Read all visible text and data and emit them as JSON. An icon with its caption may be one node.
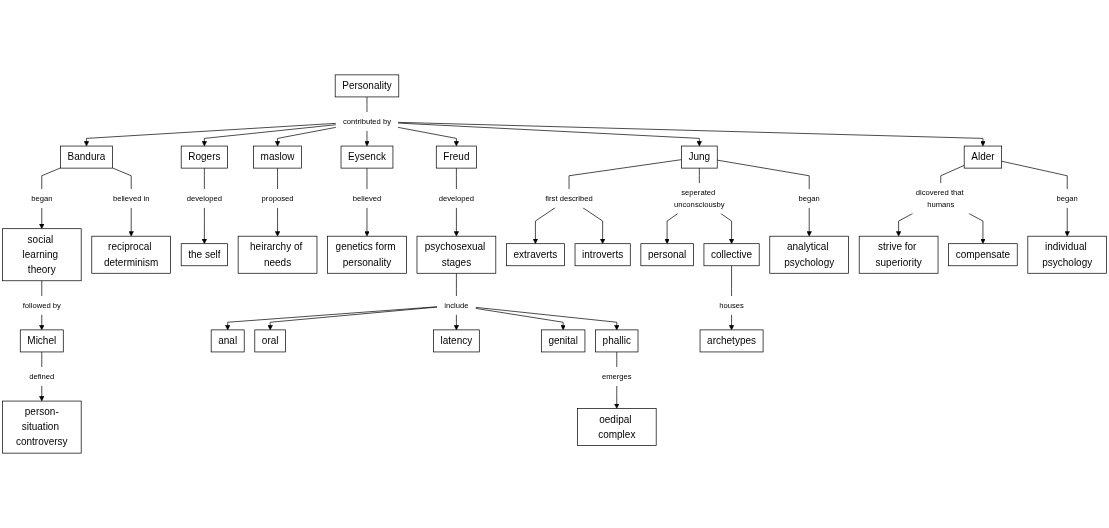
{
  "diagram": {
    "nodes": [
      {
        "text": [
          "social learning theory"
        ]
      },
      {
        "text": [
          "began"
        ]
      },
      {
        "text": [
          "followed by"
        ]
      },
      {
        "text": [
          "Michel"
        ]
      },
      {
        "text": [
          "Bandura"
        ]
      },
      {
        "text": [
          "Personality"
        ]
      },
      {
        "text": [
          "maslow"
        ]
      },
      {
        "text": [
          "proposed"
        ]
      },
      {
        "text": [
          "heirarchy of needs"
        ]
      },
      {
        "text": [
          "reciprocal determinism"
        ]
      },
      {
        "text": [
          "believed in"
        ]
      },
      {
        "text": [
          "defined"
        ]
      },
      {
        "text": [
          "person-situation controversy"
        ]
      },
      {
        "text": [
          "the self"
        ]
      },
      {
        "text": [
          "developed"
        ]
      },
      {
        "text": [
          "Rogers"
        ]
      },
      {
        "text": [
          "contributed by"
        ]
      },
      {
        "text": [
          "Eysenck"
        ]
      },
      {
        "text": [
          "believed"
        ]
      },
      {
        "text": [
          "genetics form personality"
        ]
      },
      {
        "text": [
          "extraverts"
        ]
      },
      {
        "text": [
          "first described"
        ]
      },
      {
        "text": [
          "Freud"
        ]
      },
      {
        "text": [
          "introverts"
        ]
      },
      {
        "text": [
          "Jung"
        ]
      },
      {
        "text": [
          "Alder"
        ]
      },
      {
        "text": [
          "developed"
        ]
      },
      {
        "text": [
          "seperated unconsciousby"
        ]
      },
      {
        "text": [
          "oedipal complex"
        ]
      },
      {
        "text": [
          "psychosexual stages"
        ]
      },
      {
        "text": [
          "personal"
        ]
      },
      {
        "text": [
          "began"
        ]
      },
      {
        "text": [
          "began"
        ]
      },
      {
        "text": [
          "collective"
        ]
      },
      {
        "text": [
          "dicovered that humans"
        ]
      },
      {
        "text": [
          "emerges"
        ]
      },
      {
        "text": [
          "individual psychology"
        ]
      },
      {
        "text": [
          "analytical psychology"
        ]
      },
      {
        "text": [
          "strive for superiority"
        ]
      },
      {
        "text": [
          "include"
        ]
      },
      {
        "text": [
          "phallic"
        ]
      },
      {
        "text": [
          "anal"
        ]
      },
      {
        "text": [
          "houses"
        ]
      },
      {
        "text": [
          "compensate"
        ]
      },
      {
        "text": [
          "genital"
        ]
      },
      {
        "text": [
          "oral"
        ]
      },
      {
        "text": [
          "latency"
        ]
      },
      {
        "text": [
          "archetypes"
        ]
      }
    ],
    "edges": [
      {
        "from": 5,
        "to": 16,
        "arrow": "none"
      },
      {
        "from": 16,
        "to": 4,
        "arrow": "to"
      },
      {
        "from": 16,
        "to": 15,
        "arrow": "to"
      },
      {
        "from": 16,
        "to": 6,
        "arrow": "to"
      },
      {
        "from": 16,
        "to": 17,
        "arrow": "to"
      },
      {
        "from": 16,
        "to": 22,
        "arrow": "to"
      },
      {
        "from": 16,
        "to": 24,
        "arrow": "to"
      },
      {
        "from": 16,
        "to": 25,
        "arrow": "to"
      },
      {
        "from": 4,
        "to": 1,
        "arrow": "none"
      },
      {
        "from": 1,
        "to": 0,
        "arrow": "to"
      },
      {
        "from": 0,
        "to": 2,
        "arrow": "none"
      },
      {
        "from": 2,
        "to": 3,
        "arrow": "to"
      },
      {
        "from": 3,
        "to": 11,
        "arrow": "none"
      },
      {
        "from": 11,
        "to": 12,
        "arrow": "to"
      },
      {
        "from": 4,
        "to": 10,
        "arrow": "none"
      },
      {
        "from": 10,
        "to": 9,
        "arrow": "to"
      },
      {
        "from": 15,
        "to": 14,
        "arrow": "none"
      },
      {
        "from": 14,
        "to": 13,
        "arrow": "to"
      },
      {
        "from": 6,
        "to": 7,
        "arrow": "none"
      },
      {
        "from": 7,
        "to": 8,
        "arrow": "to"
      },
      {
        "from": 17,
        "to": 18,
        "arrow": "none"
      },
      {
        "from": 18,
        "to": 19,
        "arrow": "to"
      },
      {
        "from": 24,
        "to": 21,
        "arrow": "none"
      },
      {
        "from": 21,
        "to": 20,
        "arrow": "to"
      },
      {
        "from": 21,
        "to": 23,
        "arrow": "to"
      },
      {
        "from": 24,
        "to": 27,
        "arrow": "none"
      },
      {
        "from": 27,
        "to": 30,
        "arrow": "to"
      },
      {
        "from": 27,
        "to": 33,
        "arrow": "to"
      },
      {
        "from": 33,
        "to": 42,
        "arrow": "none"
      },
      {
        "from": 42,
        "to": 47,
        "arrow": "to"
      },
      {
        "from": 24,
        "to": 31,
        "arrow": "none"
      },
      {
        "from": 31,
        "to": 37,
        "arrow": "to"
      },
      {
        "from": 25,
        "to": 34,
        "arrow": "none"
      },
      {
        "from": 34,
        "to": 38,
        "arrow": "to"
      },
      {
        "from": 34,
        "to": 43,
        "arrow": "to"
      },
      {
        "from": 25,
        "to": 32,
        "arrow": "none"
      },
      {
        "from": 32,
        "to": 36,
        "arrow": "to"
      },
      {
        "from": 22,
        "to": 26,
        "arrow": "none"
      },
      {
        "from": 26,
        "to": 29,
        "arrow": "to"
      },
      {
        "from": 29,
        "to": 39,
        "arrow": "none"
      },
      {
        "from": 39,
        "to": 41,
        "arrow": "to"
      },
      {
        "from": 39,
        "to": 45,
        "arrow": "to"
      },
      {
        "from": 39,
        "to": 46,
        "arrow": "to"
      },
      {
        "from": 39,
        "to": 44,
        "arrow": "to"
      },
      {
        "from": 39,
        "to": 40,
        "arrow": "to"
      },
      {
        "from": 40,
        "to": 35,
        "arrow": "none"
      },
      {
        "from": 35,
        "to": 28,
        "arrow": "to"
      }
    ]
  }
}
